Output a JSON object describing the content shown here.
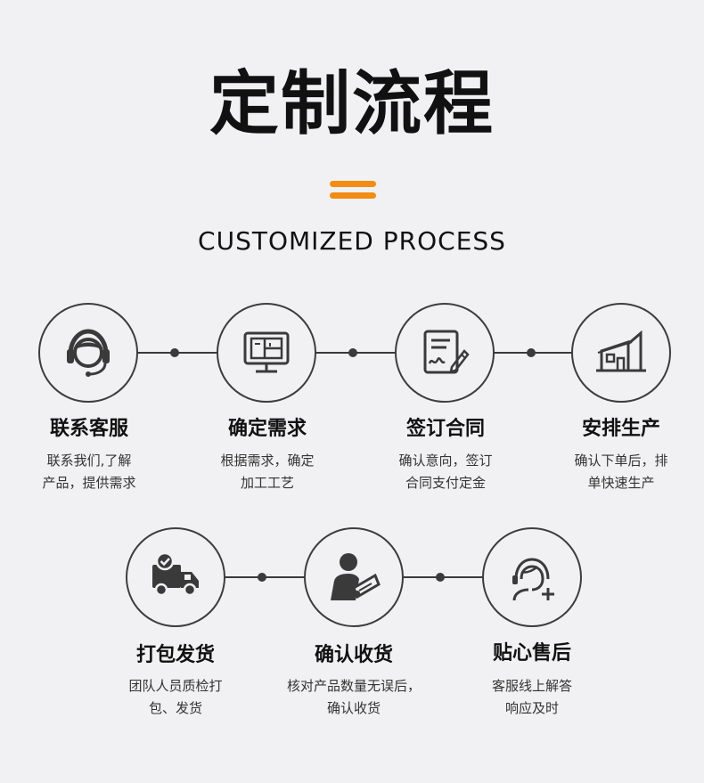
{
  "header": {
    "title": "定制流程",
    "subtitle": "CUSTOMIZED PROCESS",
    "accent_color": "#f28c13"
  },
  "steps": [
    {
      "icon": "headset-icon",
      "title": "联系客服",
      "desc_line1": "联系我们,了解",
      "desc_line2": "产品，提供需求"
    },
    {
      "icon": "monitor-icon",
      "title": "确定需求",
      "desc_line1": "根据需求，确定",
      "desc_line2": "加工工艺"
    },
    {
      "icon": "contract-sign-icon",
      "title": "签订合同",
      "desc_line1": "确认意向，签订",
      "desc_line2": "合同支付定金"
    },
    {
      "icon": "factory-icon",
      "title": "安排生产",
      "desc_line1": "确认下单后，排",
      "desc_line2": "单快速生产"
    },
    {
      "icon": "delivery-truck-icon",
      "title": "打包发货",
      "desc_line1": "团队人员质检打",
      "desc_line2": "包、发货"
    },
    {
      "icon": "person-checking-icon",
      "title": "确认收货",
      "desc_line1": "核对产品数量无误后，",
      "desc_line2": "确认收货"
    },
    {
      "icon": "customer-support-icon",
      "title": "贴心售后",
      "desc_line1": "客服线上解答",
      "desc_line2": "响应及时"
    }
  ]
}
